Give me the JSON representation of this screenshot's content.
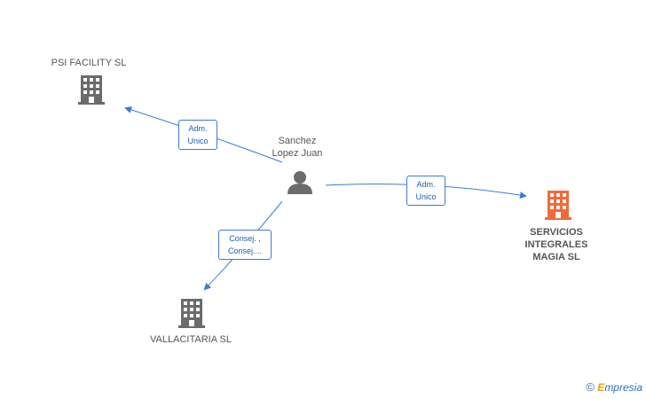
{
  "nodes": {
    "psi": {
      "label": "PSI FACILITY  SL"
    },
    "person": {
      "label": "Sanchez\nLopez Juan"
    },
    "servicios": {
      "label": "SERVICIOS\nINTEGRALES\nMAGIA SL"
    },
    "vallacitaria": {
      "label": "VALLACITARIA SL"
    }
  },
  "edges": {
    "to_psi": {
      "label": "Adm.\nUnico"
    },
    "to_servicios": {
      "label": "Adm.\nUnico"
    },
    "to_vallacitaria": {
      "label": "Consej. ,\nConsej...."
    }
  },
  "colors": {
    "company": "#6b6b6b",
    "focus_company": "#f26a3c",
    "person": "#6b6b6b",
    "edge": "#3a7bd5"
  },
  "brand": {
    "copyright": "©",
    "name": "mpresia",
    "initial": "E"
  }
}
